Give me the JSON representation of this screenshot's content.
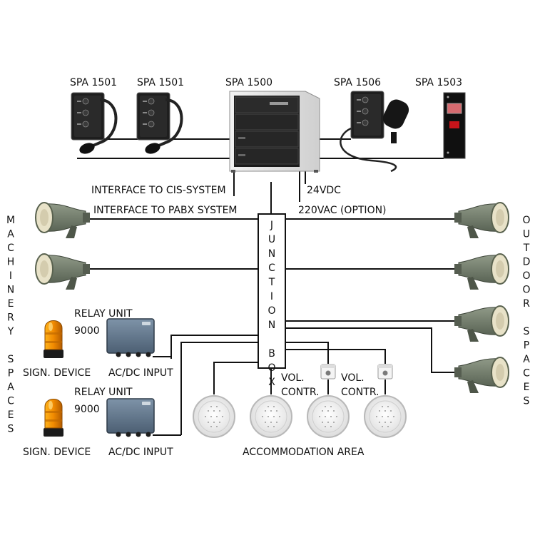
{
  "labels": {
    "spa1501_a": "SPA 1501",
    "spa1501_b": "SPA 1501",
    "spa1500": "SPA 1500",
    "spa1506": "SPA 1506",
    "spa1503": "SPA 1503",
    "interface_cis": "INTERFACE TO CIS-SYSTEM",
    "interface_pabx": "INTERFACE TO PABX SYSTEM",
    "dc24": "24VDC",
    "ac220": "220VAC (OPTION)",
    "relay_unit_1": "RELAY UNIT",
    "relay_num_1": "9000",
    "sign_device_1": "SIGN. DEVICE",
    "acdc_input_1": "AC/DC INPUT",
    "relay_unit_2": "RELAY UNIT",
    "relay_num_2": "9000",
    "sign_device_2": "SIGN. DEVICE",
    "acdc_input_2": "AC/DC INPUT",
    "vol_1": "VOL.",
    "contr_1": "CONTR.",
    "vol_2": "VOL.",
    "contr_2": "CONTR.",
    "accommodation": "ACCOMMODATION AREA"
  },
  "vertical": {
    "machinery_spaces": "MACHINERY SPACES",
    "junction_box": "JUNCTION BOX",
    "outdoor_spaces": "OUTDOOR SPACES"
  },
  "icons": {
    "panel_left_1": "microphone-panel-icon",
    "panel_left_2": "microphone-panel-icon",
    "rack": "amplifier-rack-icon",
    "panel_right": "microphone-panel-icon",
    "alarm_panel": "alarm-switch-icon",
    "horn": "horn-speaker-icon",
    "beacon": "rotating-beacon-icon",
    "relay_box": "relay-box-icon",
    "ceiling_speaker": "ceiling-speaker-icon",
    "volume_control": "volume-control-icon"
  },
  "colors": {
    "beacon_orange": "#f08a00",
    "horn_gray": "#6f7a6a",
    "horn_cream": "#e8e2c8",
    "panel_dark": "#1e1e1e",
    "relay_blue": "#5a6f86",
    "alarm_red": "#c8141a"
  }
}
